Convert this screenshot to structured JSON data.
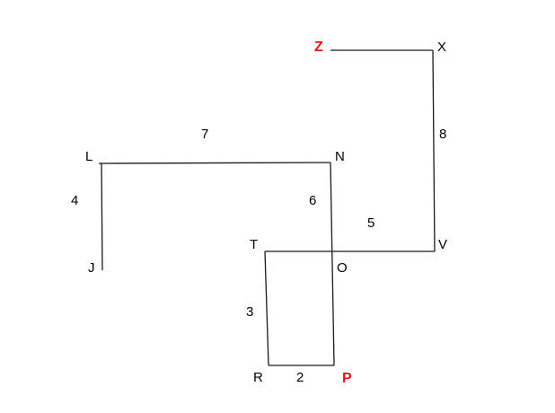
{
  "points": {
    "Z": {
      "label": "Z",
      "color": "#e8141b"
    },
    "X": {
      "label": "X"
    },
    "L": {
      "label": "L"
    },
    "N": {
      "label": "N"
    },
    "J": {
      "label": "J"
    },
    "T": {
      "label": "T"
    },
    "V": {
      "label": "V"
    },
    "O": {
      "label": "O"
    },
    "R": {
      "label": "R"
    },
    "P": {
      "label": "P",
      "color": "#e8141b"
    }
  },
  "lengths": {
    "XV": "8",
    "LN": "7",
    "LJ": "4",
    "NP": "6",
    "OV": "5",
    "TR": "3",
    "RP": "2"
  }
}
